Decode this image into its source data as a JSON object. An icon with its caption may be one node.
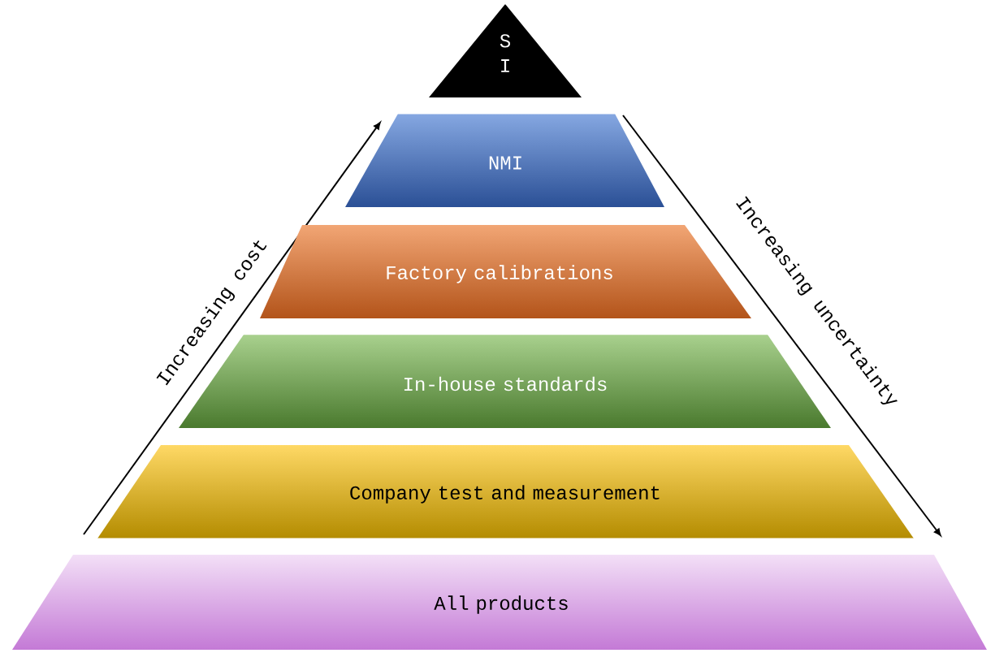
{
  "diagram": {
    "nodes": [
      {
        "text": [
          "S I"
        ]
      },
      {
        "text": [
          "NMI"
        ]
      },
      {
        "text": [
          "Factory calibrations"
        ]
      },
      {
        "text": [
          "In-house standards"
        ]
      },
      {
        "text": [
          "Company test and measurement"
        ]
      },
      {
        "text": [
          "All products"
        ]
      }
    ],
    "labels": [
      "Increasing cost",
      "Increasing uncertainty"
    ]
  }
}
